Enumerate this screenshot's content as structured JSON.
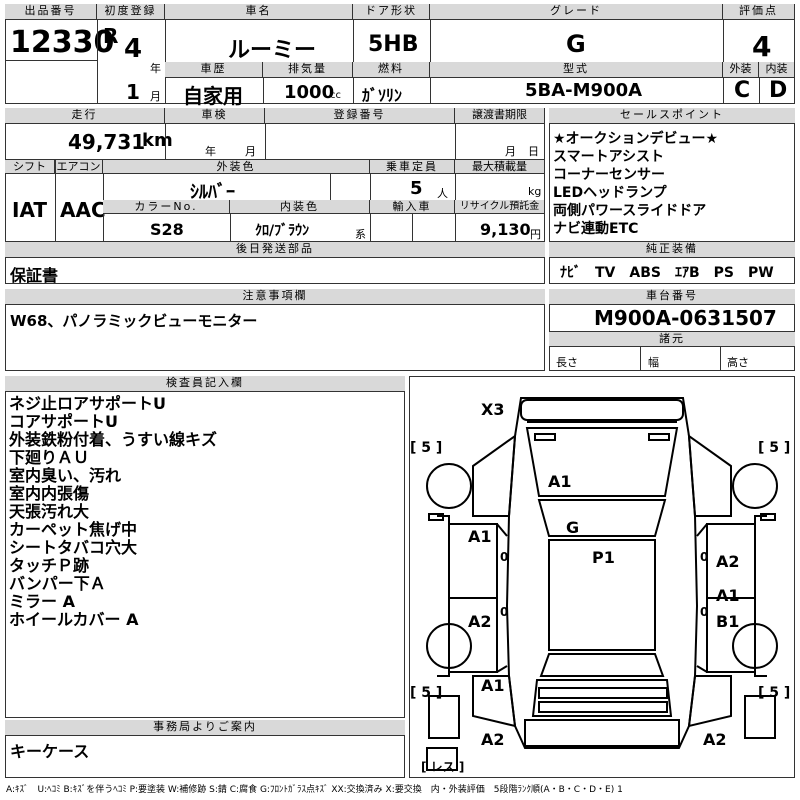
{
  "header": {
    "lot_label": "出品番号",
    "lot_value": "12330",
    "first_reg_label": "初度登録",
    "era": "R",
    "year_num": "4",
    "year_unit": "年",
    "month_num": "1",
    "month_unit": "月",
    "name_label": "車名",
    "name_value": "ルーミー",
    "door_label": "ドア形状",
    "door_value": "5HB",
    "grade_label": "グレード",
    "grade_value": "G",
    "score_label": "評価点",
    "score_value": "4",
    "history_label": "車歴",
    "history_value": "自家用",
    "displacement_label": "排気量",
    "displacement_value": "1000",
    "displacement_unit": "cc",
    "fuel_label": "燃料",
    "fuel_value": "ｶﾞｿﾘﾝ",
    "model_label": "型式",
    "model_value": "5BA-M900A",
    "exterior_label": "外装",
    "exterior_value": "C",
    "interior_label": "内装",
    "interior_value": "D"
  },
  "row2": {
    "mileage_label": "走行",
    "mileage_value": "49,731",
    "mileage_unit": "km",
    "inspection_label": "車検",
    "inspection_year": "年",
    "inspection_month": "月",
    "reg_label": "登録番号",
    "transfer_label": "譲渡書期限",
    "transfer_month": "月",
    "transfer_day": "日",
    "selling_label": "セールスポイント",
    "selling_points": [
      "★オークションデビュー★",
      "スマートアシスト",
      "コーナーセンサー",
      "LEDヘッドランプ",
      "両側パワースライドドア",
      "ナビ連動ETC"
    ]
  },
  "row3": {
    "shift_label": "シフト",
    "shift_value": "IAT",
    "ac_label": "エアコン",
    "ac_value": "AAC",
    "ext_color_label": "外装色",
    "ext_color_value": "ｼﾙﾊﾞｰ",
    "capacity_label": "乗車定員",
    "capacity_value": "5",
    "capacity_unit": "人",
    "load_label": "最大積載量",
    "load_unit": "kg",
    "color_no_label": "カラーNo.",
    "color_no_value": "S28",
    "int_color_label": "内装色",
    "int_color_value": "ｸﾛ/ﾌﾞﾗｳﾝ",
    "int_color_unit": "系",
    "import_label": "輸入車",
    "recycle_label": "リサイクル預託金",
    "recycle_value": "9,130",
    "recycle_unit": "円"
  },
  "parts": {
    "label": "後日発送部品",
    "value": "保証書"
  },
  "equipment": {
    "label": "純正装備",
    "value": "ﾅﾋﾞ　TV　ABS　ｴｱB　PS　PW"
  },
  "notes": {
    "label": "注意事項欄",
    "value": "W68、パノラミックビューモニター"
  },
  "chassis": {
    "label": "車台番号",
    "value": "M900A-0631507"
  },
  "dimensions": {
    "label": "諸元",
    "length": "長さ",
    "width": "幅",
    "height": "高さ"
  },
  "inspector": {
    "label": "検査員記入欄",
    "lines": [
      "ネジ止ロアサポートU",
      "コアサポートU",
      "外装鉄粉付着、うすい線キズ",
      "下廻りＡＵ",
      "室内臭い、汚れ",
      "室内内張傷",
      "天張汚れ大",
      "カーペット焦げ中",
      "シートタバコ穴大",
      "タッチＰ跡",
      "バンパー下Ａ",
      "ミラー A",
      "ホイールカバー A"
    ]
  },
  "office": {
    "label": "事務局よりご案内",
    "value": "キーケース"
  },
  "diagram": {
    "x3": "X3",
    "tire_fl": "[ 5 ]",
    "tire_fr": "[ 5 ]",
    "tire_rl": "[ 5 ]",
    "tire_rr": "[ 5 ]",
    "spare": "[ レス ]",
    "hood": "A1",
    "windshield": "G",
    "roof": "P1",
    "left_front": "A1",
    "left_rear": "A2",
    "left_sill": "A1",
    "right_front": "A2",
    "right_rear1": "A1",
    "right_rear2": "B1",
    "bumper_left": "A2",
    "bumper_right": "A2",
    "zero": "0"
  },
  "footer": "A:ｷｽﾞ　U:ﾍｺﾐ B:ｷｽﾞを伴うﾍｺﾐ P:要塗装 W:補修跡 S:錆 C:腐食 G:ﾌﾛﾝﾄｶﾞﾗｽ点ｷｽﾞ XX:交換済み X:要交換　内・外装評価　5段階ﾗﾝｸ順(A・B・C・D・E) 1"
}
